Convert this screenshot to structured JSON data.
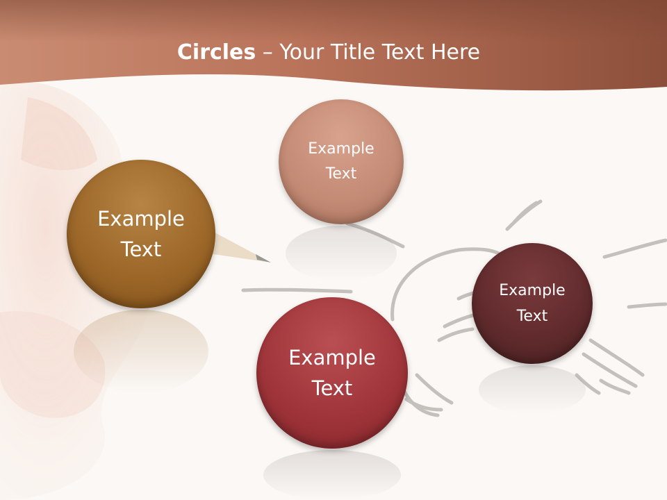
{
  "slide": {
    "title_bold": "Circles",
    "title_rest": " – Your Title Text Here",
    "circles": [
      {
        "line1": "Example",
        "line2": "Text",
        "color": "#9a6527"
      },
      {
        "line1": "Example",
        "line2": "Text",
        "color": "#c38a74"
      },
      {
        "line1": "Example",
        "line2": "Text",
        "color": "#9e3439"
      },
      {
        "line1": "Example",
        "line2": "Text",
        "color": "#5f2a2c"
      }
    ]
  },
  "colors": {
    "banner_dark": "#7a4532",
    "banner_light": "#b9735a",
    "background": "#fbf8f5",
    "sketch": "#b7b3ae"
  }
}
